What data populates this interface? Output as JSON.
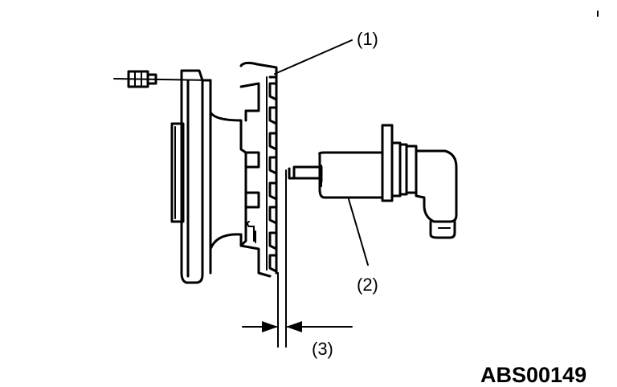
{
  "diagram": {
    "callouts": {
      "reluctor_wheel": "(1)",
      "sensor": "(2)",
      "air_gap": "(3)"
    },
    "figure_id": "ABS00149"
  },
  "colors": {
    "ink": "#000000",
    "paper": "#ffffff"
  }
}
